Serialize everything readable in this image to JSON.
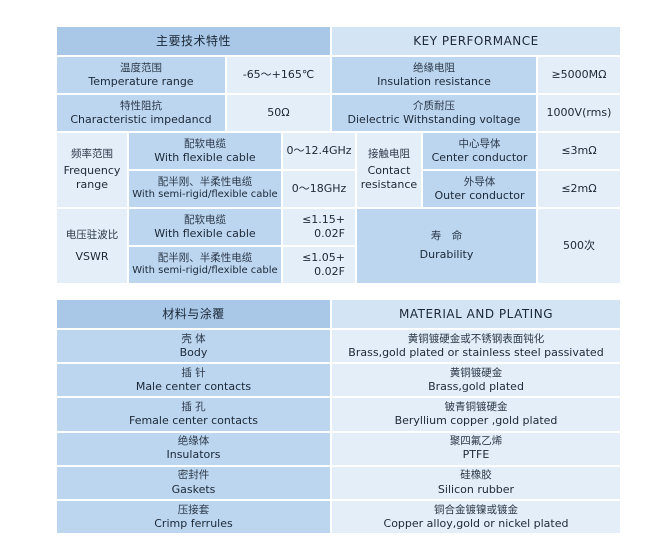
{
  "perf": {
    "header_cn": "主要技术特性",
    "header_en": "KEY  PERFORMANCE",
    "temp": {
      "cn": "温度范围",
      "en": "Temperature range",
      "value": "-65～+165℃"
    },
    "insulation": {
      "cn": "绝缘电阻",
      "en": "Insulation resistance",
      "value": "≥5000MΩ"
    },
    "impedance": {
      "cn": "特性阻抗",
      "en": "Characteristic impedancd",
      "value": "50Ω"
    },
    "dielectric": {
      "cn": "介质耐压",
      "en": "Dielectric Withstanding voltage",
      "value": "1000V(rms)"
    },
    "freq": {
      "cn": "频率范围",
      "en1": "Frequency",
      "en2": "range",
      "rows": [
        {
          "cn": "配软电缆",
          "en": "With flexible cable",
          "value": "0～12.4GHz"
        },
        {
          "cn": "配半刚、半柔性电缆",
          "en": "With semi-rigid/flexible cable",
          "value": "0～18GHz"
        }
      ]
    },
    "contact": {
      "cn": "接触电阻",
      "en1": "Contact",
      "en2": "resistance",
      "rows": [
        {
          "cn": "中心导体",
          "en": "Center conductor",
          "value": "≤3mΩ"
        },
        {
          "cn": "外导体",
          "en": "Outer conductor",
          "value": "≤2mΩ"
        }
      ]
    },
    "vswr": {
      "cn": "电压驻波比",
      "en": "VSWR",
      "rows": [
        {
          "cn": "配软电缆",
          "en": "With flexible cable",
          "v1": "≤1.15+",
          "v2": "0.02F"
        },
        {
          "cn": "配半刚、半柔性电缆",
          "en": "With semi-rigid/flexible cable",
          "v1": "≤1.05+",
          "v2": "0.02F"
        }
      ]
    },
    "durability": {
      "cn": "寿　命",
      "en": "Durability",
      "value": "500次"
    }
  },
  "material": {
    "header_cn": "材料与涂覆",
    "header_en": "MATERIAL AND PLATING",
    "rows": [
      {
        "cn": "壳 体",
        "en": "Body",
        "mcn": "黄铜镀硬金或不锈钢表面钝化",
        "men": "Brass,gold plated or stainless steel passivated"
      },
      {
        "cn": "插 针",
        "en": "Male center contacts",
        "mcn": "黄铜镀硬金",
        "men": "Brass,gold plated"
      },
      {
        "cn": "插 孔",
        "en": "Female center contacts",
        "mcn": "铍青铜镀硬金",
        "men": "Beryllium copper ,gold plated"
      },
      {
        "cn": "绝缘体",
        "en": "Insulators",
        "mcn": "聚四氟乙烯",
        "men": "PTFE"
      },
      {
        "cn": "密封件",
        "en": "Gaskets",
        "mcn": "硅橡胶",
        "men": "Silicon rubber"
      },
      {
        "cn": "压接套",
        "en": "Crimp ferrules",
        "mcn": "铜合金镀镍或镀金",
        "men": "Copper alloy,gold or nickel plated"
      }
    ]
  }
}
